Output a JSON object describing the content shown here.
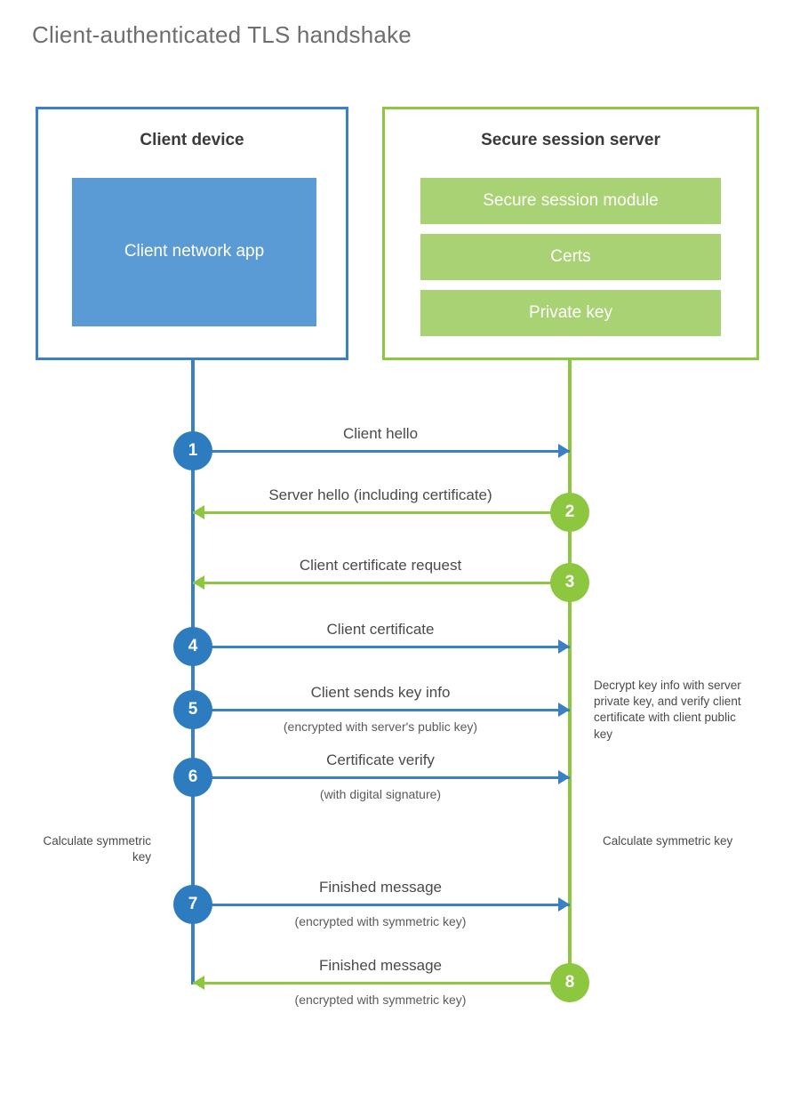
{
  "title": "Client-authenticated TLS handshake",
  "colors": {
    "client_border": "#3b7fc4",
    "client_app_fill": "#5b9bd5",
    "server_border": "#8dc63f",
    "server_bar_fill": "#a9d274",
    "client_step": "#2e7cc0",
    "server_step": "#8dc63f",
    "title_text": "#6e6e6e"
  },
  "client": {
    "title": "Client device",
    "app_label": "Client network app"
  },
  "server": {
    "title": "Secure session server",
    "components": [
      {
        "label": "Secure session module"
      },
      {
        "label": "Certs"
      },
      {
        "label": "Private key"
      }
    ]
  },
  "steps": [
    {
      "number": "1",
      "label": "Client hello",
      "sublabel": "",
      "direction": "client-to-server",
      "color": "blue"
    },
    {
      "number": "2",
      "label": "Server hello (including certificate)",
      "sublabel": "",
      "direction": "server-to-client",
      "color": "green"
    },
    {
      "number": "3",
      "label": "Client certificate request",
      "sublabel": "",
      "direction": "server-to-client",
      "color": "green"
    },
    {
      "number": "4",
      "label": "Client certificate",
      "sublabel": "",
      "direction": "client-to-server",
      "color": "blue"
    },
    {
      "number": "5",
      "label": "Client sends key info",
      "sublabel": "(encrypted with server's public key)",
      "direction": "client-to-server",
      "color": "blue"
    },
    {
      "number": "6",
      "label": "Certificate verify",
      "sublabel": "(with digital signature)",
      "direction": "client-to-server",
      "color": "blue"
    },
    {
      "number": "7",
      "label": "Finished message",
      "sublabel": "(encrypted with symmetric key)",
      "direction": "client-to-server",
      "color": "blue"
    },
    {
      "number": "8",
      "label": "Finished message",
      "sublabel": "(encrypted with symmetric key)",
      "direction": "server-to-client",
      "color": "green"
    }
  ],
  "notes": {
    "decrypt": "Decrypt key info with server private key, and verify client certificate with client public key",
    "calculate_left": "Calculate symmetric key",
    "calculate_right": "Calculate symmetric key"
  }
}
